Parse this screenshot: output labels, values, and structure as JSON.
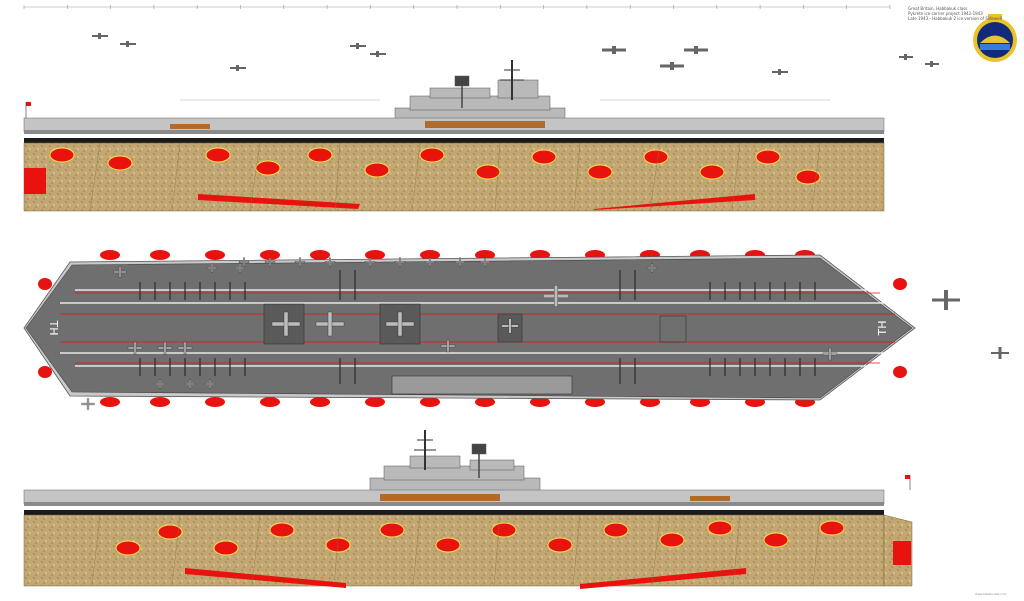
{
  "caption": {
    "line1": "Great Britain, Habbakuk class",
    "line2": "Pykrete ice carrier project 1942-1943",
    "line3": "Late 1943 - Habbakuk 2 ice version of Sidewell"
  },
  "credit": "www.shipbucket.com",
  "deck_markings": {
    "bow": "TH",
    "stern": "TH"
  },
  "colors": {
    "ice_hull": "#c2a772",
    "antifouling_red": "#e8120f",
    "deck_grey": "#6f6f6f",
    "superstructure": "#b9b9b9",
    "badge_navy": "#112a7a",
    "badge_gold": "#e8c32a"
  }
}
